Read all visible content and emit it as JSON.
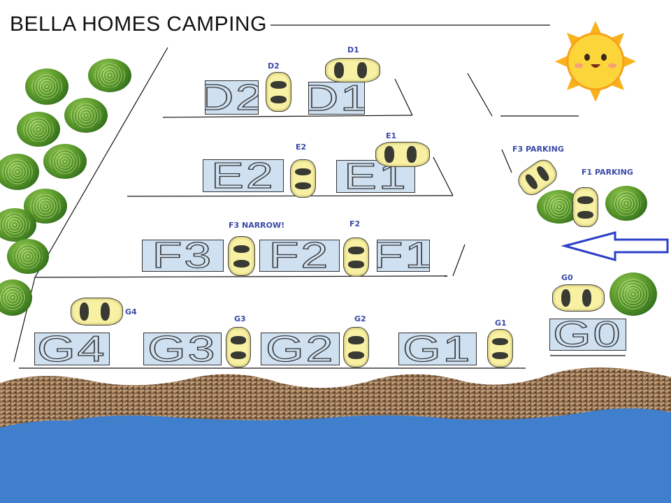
{
  "title": "BELLA HOMES CAMPING",
  "colors": {
    "water": "#3f7fcb",
    "site_fill": "#cfe0f1",
    "car": "#f8f1a4",
    "label": "#3a4aa8",
    "arrow": "#2b3fc9",
    "sun": "#f9b21c"
  },
  "rows": {
    "D": {
      "sites": [
        "D2",
        "D1"
      ],
      "car_labels": [
        "D2",
        "D1"
      ]
    },
    "E": {
      "sites": [
        "E2",
        "E1"
      ],
      "car_labels": [
        "E2",
        "E1"
      ]
    },
    "F": {
      "sites": [
        "F3",
        "F2",
        "F1"
      ],
      "car_labels": [
        "F3 NARROW!",
        "F2"
      ]
    },
    "G": {
      "sites": [
        "G4",
        "G3",
        "G2",
        "G1",
        "G0"
      ],
      "car_labels": [
        "G4",
        "G3",
        "G2",
        "G1",
        "G0"
      ]
    }
  },
  "parking": {
    "f3": "F3 PARKING",
    "f1": "F1 PARKING"
  },
  "icons": {
    "sun": "sun-icon",
    "arrow": "arrow-left-icon",
    "car": "car-icon",
    "bush": "bush-icon"
  }
}
